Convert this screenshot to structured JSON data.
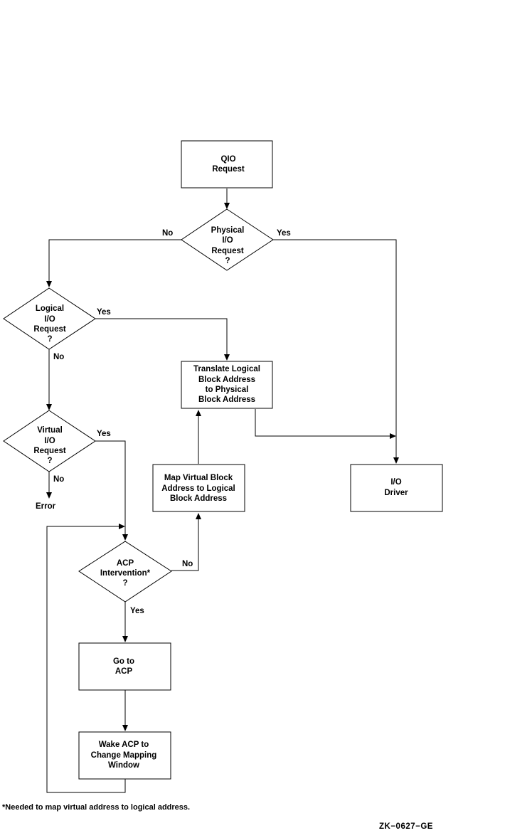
{
  "nodes": {
    "qio_request": [
      "QIO",
      "Request"
    ],
    "physical_decision": [
      "Physical",
      "I/O",
      "Request",
      "?"
    ],
    "logical_decision": [
      "Logical",
      "I/O",
      "Request",
      "?"
    ],
    "translate_logical": [
      "Translate Logical",
      "Block  Address",
      "to Physical",
      "Block Address"
    ],
    "io_driver": [
      "I/O",
      "Driver"
    ],
    "virtual_decision": [
      "Virtual",
      "I/O",
      "Request",
      "?"
    ],
    "map_virtual": [
      "Map Virtual Block",
      "Address to Logical",
      "Block Address"
    ],
    "acp_decision": [
      "ACP",
      "Intervention*",
      "?"
    ],
    "go_to_acp": [
      "Go to",
      "ACP"
    ],
    "wake_acp": [
      "Wake ACP to",
      "Change Mapping",
      "Window"
    ]
  },
  "labels": {
    "physical_no": "No",
    "physical_yes": "Yes",
    "logical_yes": "Yes",
    "logical_no": "No",
    "virtual_yes": "Yes",
    "virtual_no": "No",
    "error": "Error",
    "acp_no": "No",
    "acp_yes": "Yes"
  },
  "footnote": "*Needed to map virtual address to logical address.",
  "figure_id": "ZK−0627−GE"
}
